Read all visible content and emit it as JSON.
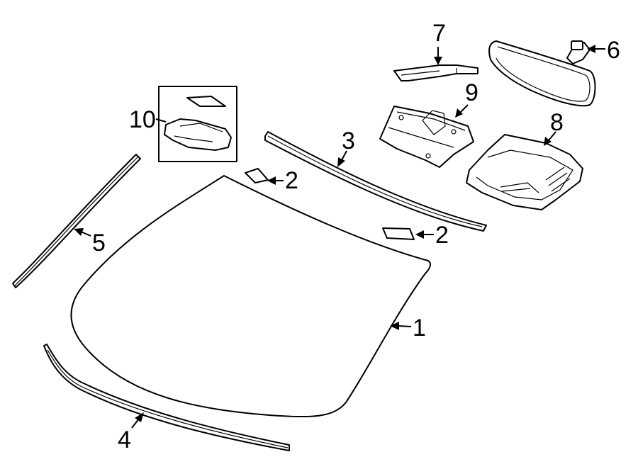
{
  "diagram": {
    "callouts": {
      "c1": "1",
      "c2a": "2",
      "c2b": "2",
      "c3": "3",
      "c4": "4",
      "c5": "5",
      "c6": "6",
      "c7": "7",
      "c8": "8",
      "c9": "9",
      "c10": "10"
    },
    "parts": [
      {
        "id": "1",
        "icon": "windshield-glass-icon"
      },
      {
        "id": "2",
        "icon": "sensor-pad-icon"
      },
      {
        "id": "3",
        "icon": "upper-molding-icon"
      },
      {
        "id": "4",
        "icon": "lower-molding-icon"
      },
      {
        "id": "5",
        "icon": "side-molding-icon"
      },
      {
        "id": "6",
        "icon": "rearview-mirror-icon"
      },
      {
        "id": "7",
        "icon": "mirror-cover-icon"
      },
      {
        "id": "8",
        "icon": "sensor-cover-icon"
      },
      {
        "id": "9",
        "icon": "camera-bracket-icon"
      },
      {
        "id": "10",
        "icon": "rain-sensor-icon"
      }
    ],
    "stroke_color": "#000000",
    "background_color": "#ffffff"
  }
}
